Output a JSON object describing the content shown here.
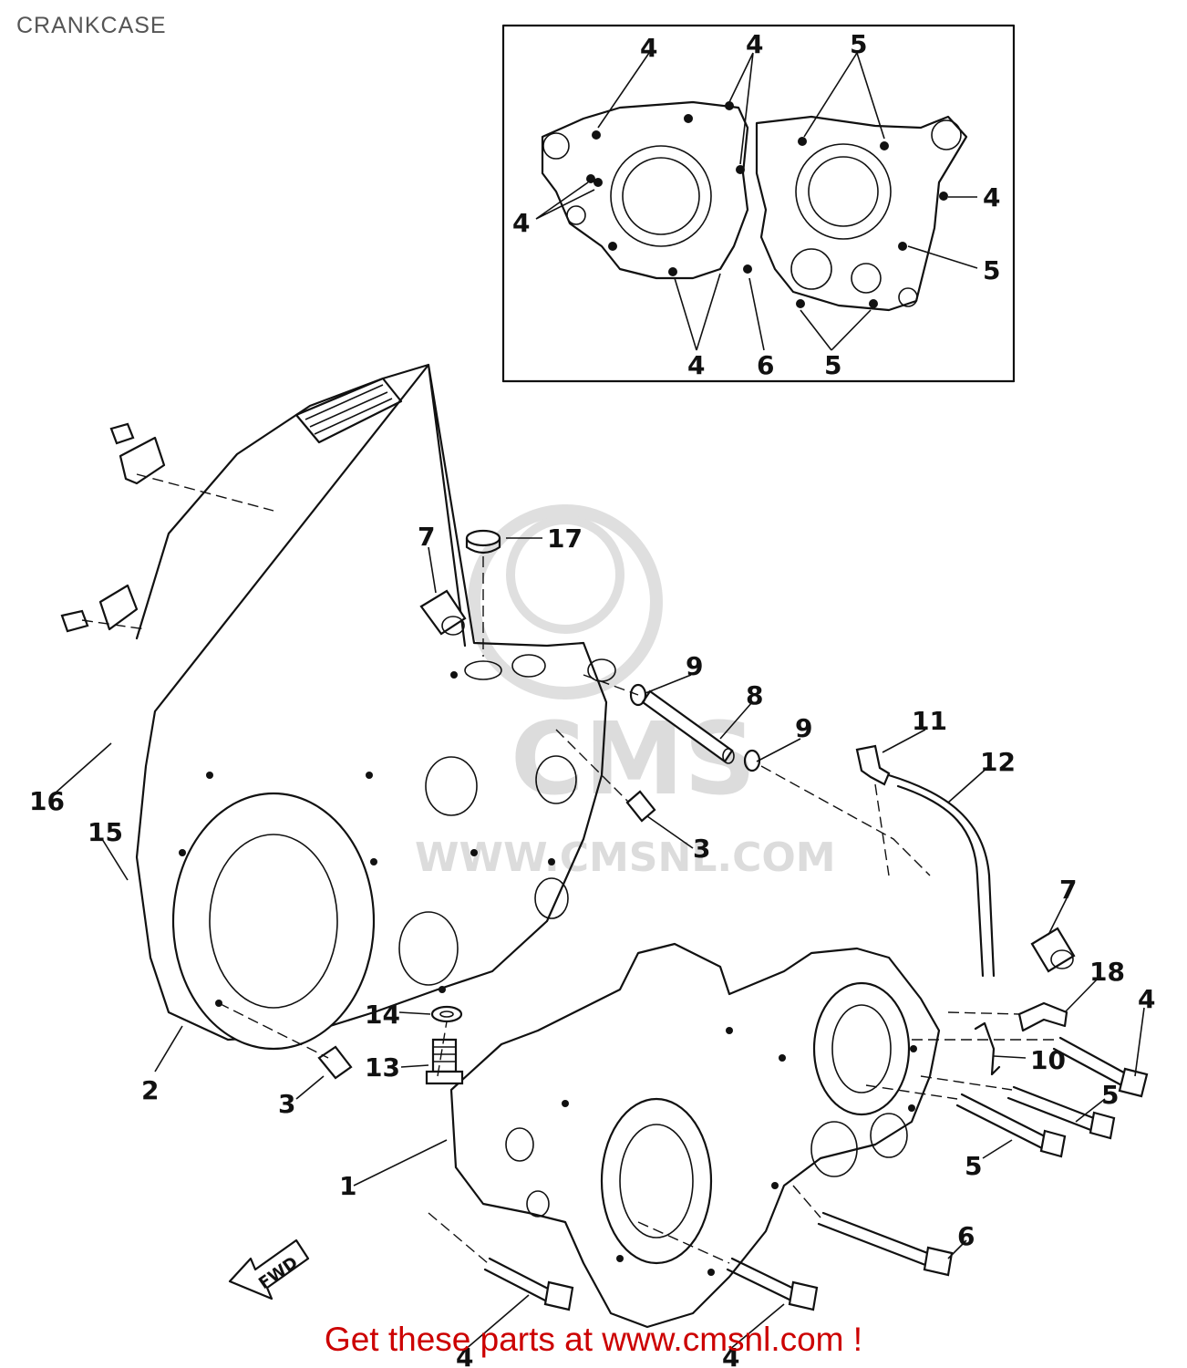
{
  "page": {
    "title": "CRANKCASE",
    "footer": "Get these parts at www.cmsnl.com !"
  },
  "watermark": {
    "brand": "CMS",
    "url": "WWW.CMSNL.COM"
  },
  "fwd_arrow": {
    "label": "FWD"
  },
  "inset_callouts": [
    "4",
    "4",
    "5",
    "4",
    "4",
    "5",
    "4",
    "6",
    "5"
  ],
  "main_callouts": [
    "17",
    "7",
    "9",
    "8",
    "9",
    "11",
    "12",
    "16",
    "15",
    "3",
    "7",
    "18",
    "4",
    "14",
    "10",
    "13",
    "2",
    "3",
    "5",
    "5",
    "1",
    "6",
    "4",
    "4"
  ],
  "colors": {
    "footer_text": "#cc0000",
    "title_text": "#555555",
    "watermark": "#d9d9d9"
  }
}
